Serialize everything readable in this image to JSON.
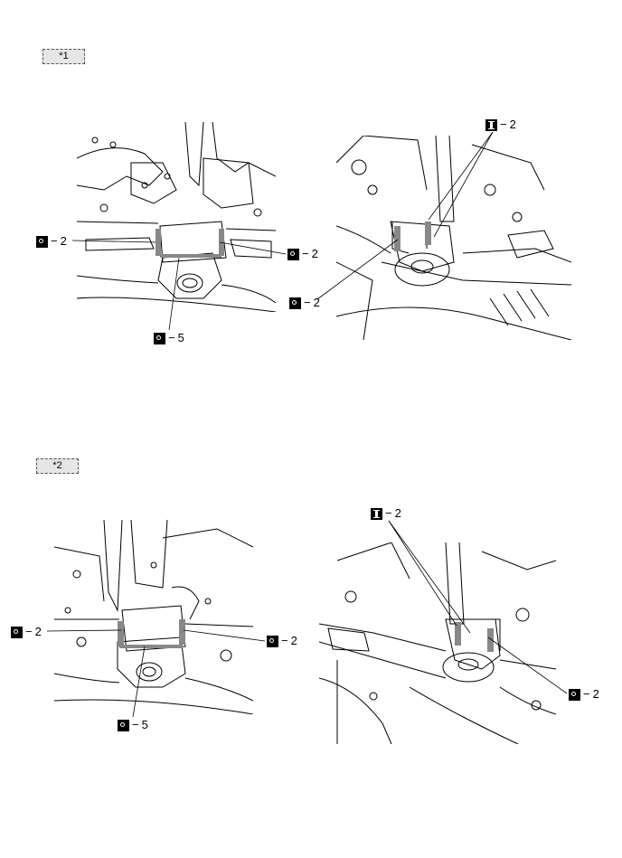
{
  "figures": [
    {
      "tag": "*1",
      "callouts": [
        {
          "symbol": "o",
          "label": "2"
        },
        {
          "symbol": "o",
          "label": "2"
        },
        {
          "symbol": "o",
          "label": "5"
        },
        {
          "symbol": "i",
          "label": "2"
        },
        {
          "symbol": "o",
          "label": "2"
        }
      ]
    },
    {
      "tag": "*2",
      "callouts": [
        {
          "symbol": "o",
          "label": "2"
        },
        {
          "symbol": "o",
          "label": "2"
        },
        {
          "symbol": "o",
          "label": "5"
        },
        {
          "symbol": "i",
          "label": "2"
        },
        {
          "symbol": "o",
          "label": "2"
        }
      ]
    }
  ],
  "dash": "−"
}
